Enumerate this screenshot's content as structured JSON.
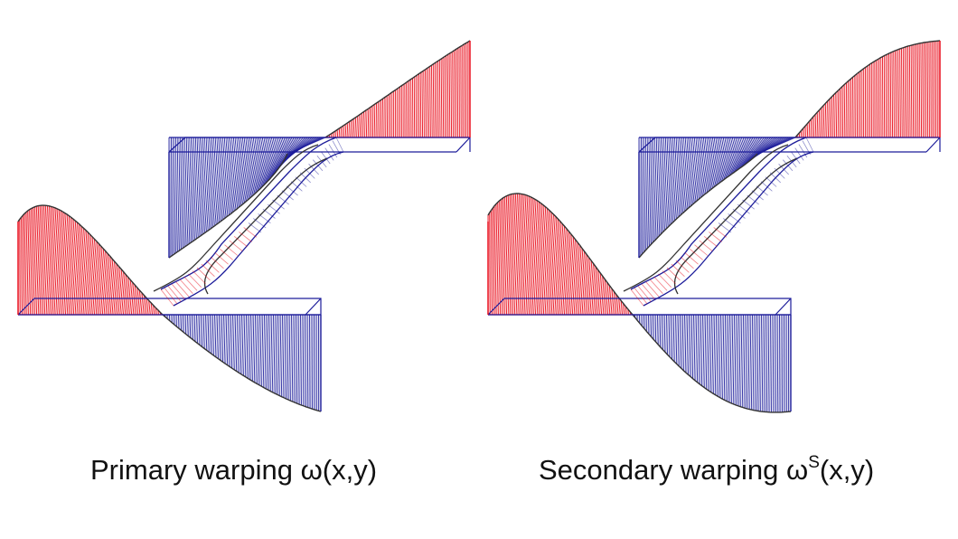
{
  "colors": {
    "positive": "#e8000f",
    "negative": "#1c1c9a",
    "outline": "#333333",
    "background": "#ffffff"
  },
  "captions": {
    "primary": {
      "text": "Primary warping ",
      "omega": "ω",
      "sup": "",
      "args": "(x,y)"
    },
    "secondary": {
      "text": "Secondary warping ",
      "omega": "ω",
      "sup": "S",
      "args": "(x,y)"
    }
  }
}
